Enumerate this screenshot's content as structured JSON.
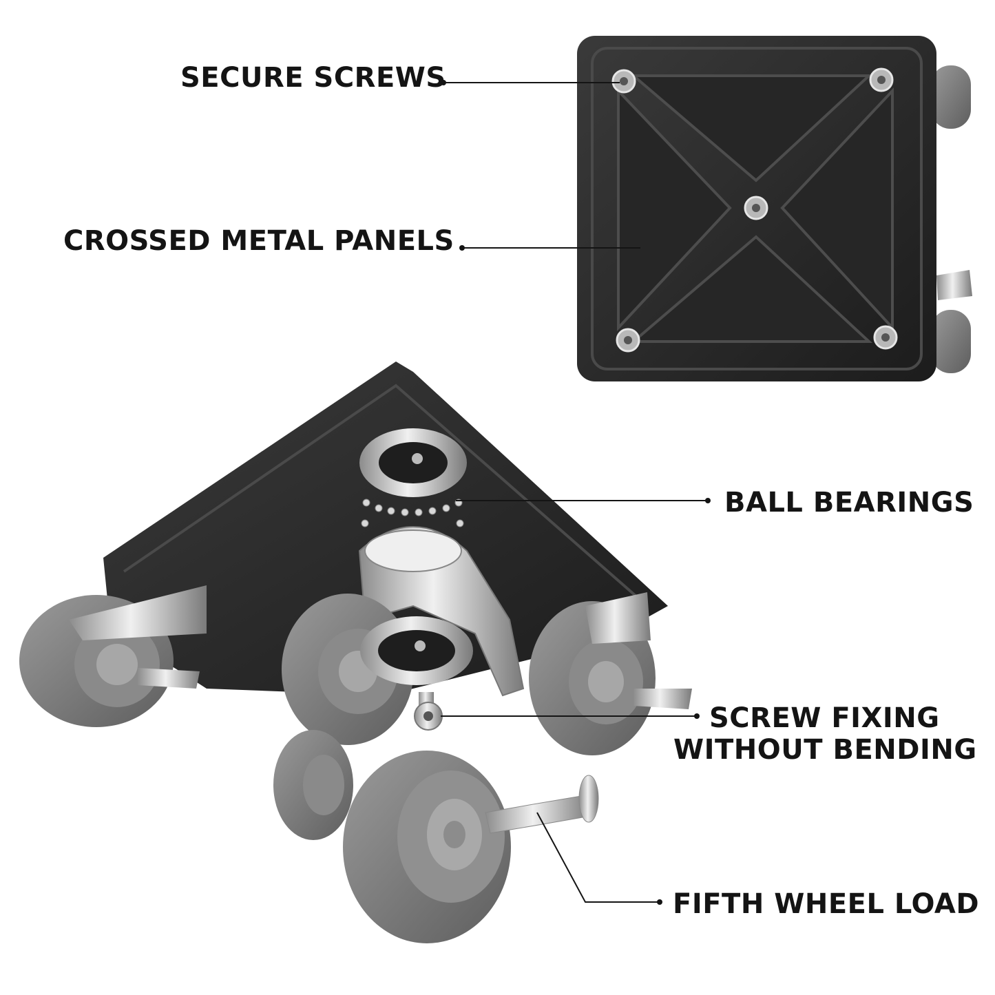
{
  "callouts": {
    "secure_screws": "SECURE SCREWS",
    "crossed_metal_panels": "CROSSED METAL PANELS",
    "ball_bearings": "BALL BEARINGS",
    "screw_fixing_line1": "SCREW FIXING",
    "screw_fixing_line2": "WITHOUT BENDING",
    "fifth_wheel_load": "FIFTH WHEEL LOAD"
  },
  "colors": {
    "text": "#141414",
    "plate": "#2a2a2a",
    "wheel": "#7d7d7d",
    "chrome": "#c8c8c8",
    "background": "#ffffff"
  }
}
